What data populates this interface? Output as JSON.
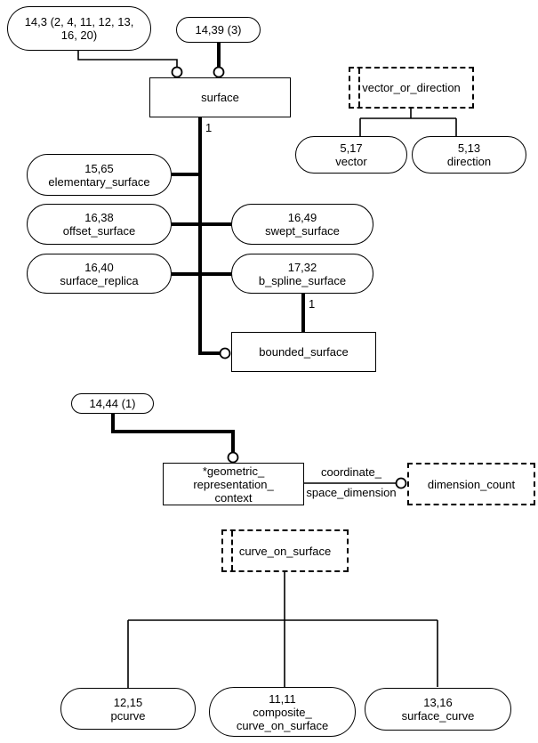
{
  "nodes": {
    "page_ref_surface": {
      "line1": "14,3 (2, 4, 11, 12, 13,",
      "line2": "16, 20)"
    },
    "page_ref_14_39": {
      "line1": "14,39 (3)"
    },
    "surface": {
      "name": "surface"
    },
    "vector_or_direction": {
      "name": "vector_or_direction"
    },
    "vector": {
      "ref": "5,17",
      "name": "vector"
    },
    "direction": {
      "ref": "5,13",
      "name": "direction"
    },
    "elementary_surface": {
      "ref": "15,65",
      "name": "elementary_surface"
    },
    "offset_surface": {
      "ref": "16,38",
      "name": "offset_surface"
    },
    "surface_replica": {
      "ref": "16,40",
      "name": "surface_replica"
    },
    "swept_surface": {
      "ref": "16,49",
      "name": "swept_surface"
    },
    "b_spline_surface": {
      "ref": "17,32",
      "name": "b_spline_surface"
    },
    "bounded_surface": {
      "name": "bounded_surface"
    },
    "page_ref_14_44": {
      "line1": "14,44 (1)"
    },
    "geometric_representation_context": {
      "line1": "*geometric_",
      "line2": "representation_",
      "line3": "context"
    },
    "dimension_count": {
      "name": "dimension_count"
    },
    "curve_on_surface": {
      "name": "curve_on_surface"
    },
    "pcurve": {
      "ref": "12,15",
      "name": "pcurve"
    },
    "composite_curve_on_surface": {
      "ref": "11,11",
      "line2": "composite_",
      "line3": "curve_on_surface"
    },
    "surface_curve": {
      "ref": "13,16",
      "name": "surface_curve"
    }
  },
  "labels": {
    "surface_cardinality": "1",
    "b_spline_cardinality": "1",
    "attr_name_line1": "coordinate_",
    "attr_name_line2": "space_dimension"
  },
  "colors": {
    "stroke": "#000000",
    "background": "#ffffff"
  }
}
